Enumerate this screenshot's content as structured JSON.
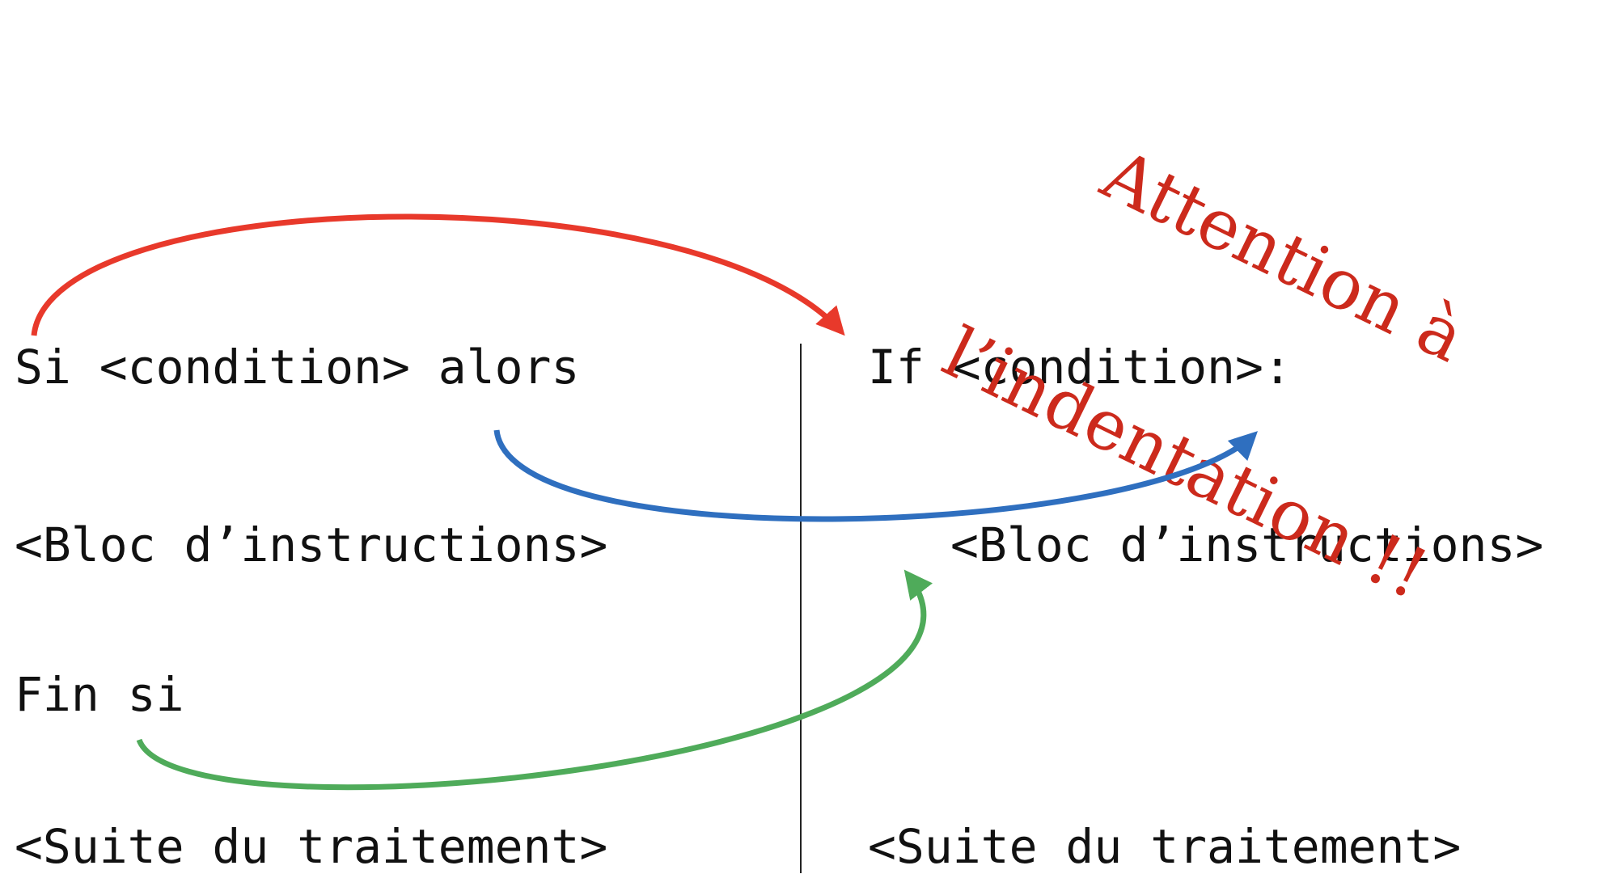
{
  "pseudocode": {
    "line1": "Si <condition> alors",
    "line2": "<Bloc d’instructions>",
    "line3": "Fin si",
    "line4": "<Suite du traitement>"
  },
  "python": {
    "line1": "If <condition>:",
    "line2": "<Bloc d’instructions>",
    "line3": "<Suite du traitement>"
  },
  "warning": {
    "line1": "Attention à",
    "line2": "l’indentation !!"
  },
  "colors": {
    "red_arrow": "#e8392b",
    "blue_arrow": "#2f6fbf",
    "green_arrow": "#4fab5a",
    "warning_text": "#cc2a1c",
    "divider": "#222222"
  }
}
